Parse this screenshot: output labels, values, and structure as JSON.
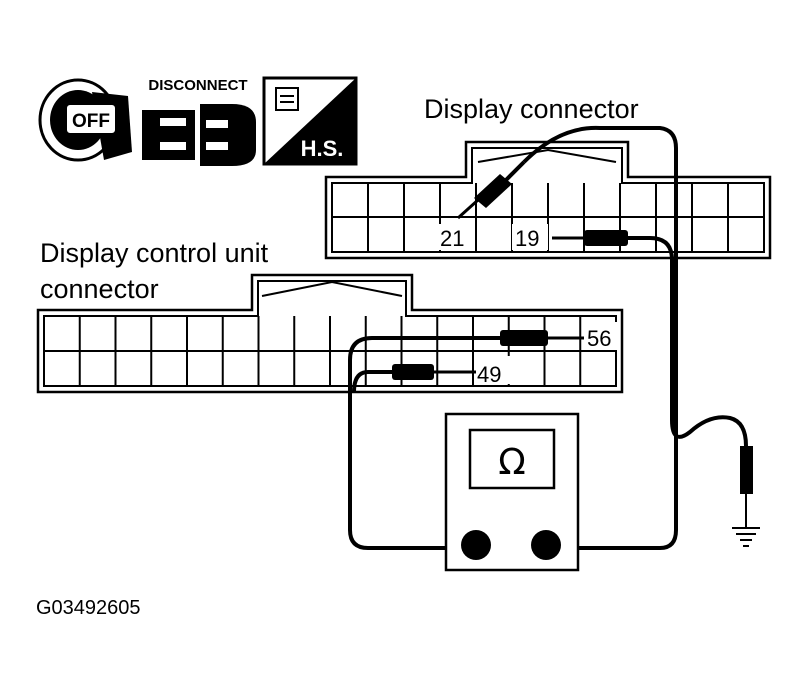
{
  "icons": {
    "ignition": {
      "name": "ignition-key-off-icon",
      "text": "OFF"
    },
    "disconnect": {
      "name": "disconnect-connector-icon",
      "text": "DISCONNECT"
    },
    "harness": {
      "name": "harness-service-icon",
      "text": "H.S."
    }
  },
  "labels": {
    "display_connector": "Display connector",
    "display_control_unit_line1": "Display control unit",
    "display_control_unit_line2": "connector",
    "figure_id": "G03492605"
  },
  "pins": {
    "display_connector": [
      "21",
      "19"
    ],
    "control_unit": [
      "56",
      "49"
    ]
  },
  "meter": {
    "symbol": "Ω",
    "type": "ohmmeter"
  },
  "colors": {
    "line": "#000000",
    "background": "#ffffff"
  }
}
